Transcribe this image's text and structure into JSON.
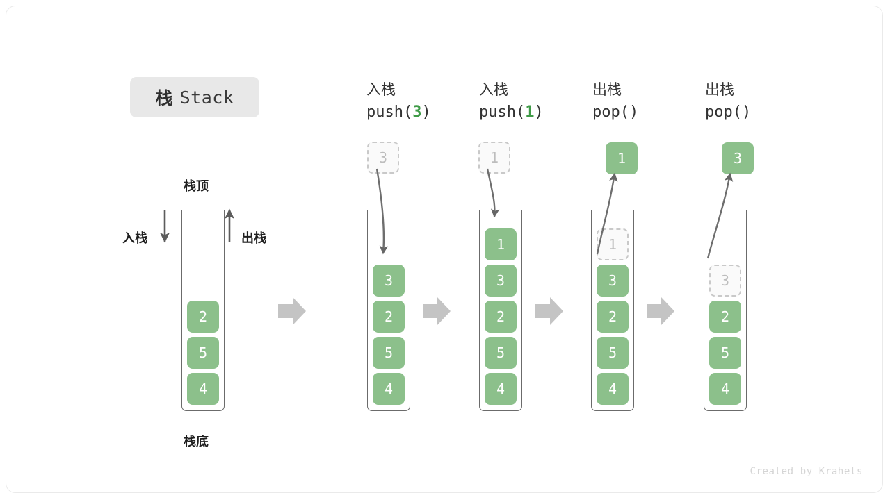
{
  "title": {
    "cn": "栈",
    "en": "Stack"
  },
  "labels": {
    "top": "栈顶",
    "bottom": "栈底",
    "push": "入栈",
    "pop": "出栈"
  },
  "watermark": "Created by Krahets",
  "colors": {
    "cell_green": "#8cc08b",
    "ghost_border": "#c9c9c9",
    "ghost_fill": "#fafafa",
    "arrow_gray": "#c4c4c4",
    "stroke_gray": "#6b6b6b",
    "accent_green_text": "#3f9b47",
    "chip_bg": "#e8e8e8"
  },
  "columns": [
    {
      "id": "initial",
      "header_cn": "",
      "header_code": "",
      "header_arg": "",
      "stack": [
        "2",
        "5",
        "4"
      ],
      "ghost_in_stack": null,
      "float_cell": null,
      "float_cell_kind": null
    },
    {
      "id": "push-3",
      "header_cn": "入栈",
      "header_code_prefix": "push(",
      "header_arg": "3",
      "header_code_suffix": ")",
      "stack": [
        "3",
        "2",
        "5",
        "4"
      ],
      "ghost_in_stack": null,
      "float_cell": "3",
      "float_cell_kind": "ghost"
    },
    {
      "id": "push-1",
      "header_cn": "入栈",
      "header_code_prefix": "push(",
      "header_arg": "1",
      "header_code_suffix": ")",
      "stack": [
        "1",
        "3",
        "2",
        "5",
        "4"
      ],
      "ghost_in_stack": null,
      "float_cell": "1",
      "float_cell_kind": "ghost"
    },
    {
      "id": "pop-1",
      "header_cn": "出栈",
      "header_code_prefix": "pop(",
      "header_arg": "",
      "header_code_suffix": ")",
      "stack": [
        "3",
        "2",
        "5",
        "4"
      ],
      "ghost_in_stack": "1",
      "float_cell": "1",
      "float_cell_kind": "solid"
    },
    {
      "id": "pop-3",
      "header_cn": "出栈",
      "header_code_prefix": "pop(",
      "header_arg": "",
      "header_code_suffix": ")",
      "stack": [
        "2",
        "5",
        "4"
      ],
      "ghost_in_stack": "3",
      "float_cell": "3",
      "float_cell_kind": "solid"
    }
  ],
  "separators": 4
}
